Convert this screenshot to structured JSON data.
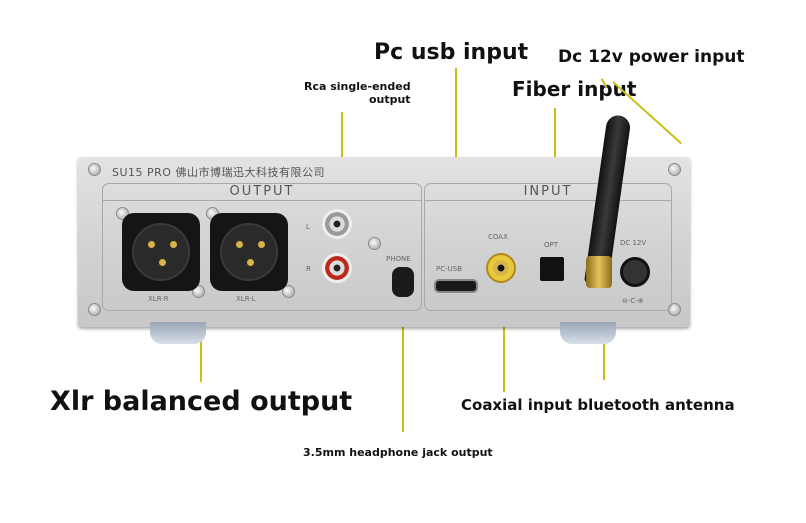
{
  "labels": {
    "pc_usb": "Pc usb input",
    "dc_power": "Dc 12v power input",
    "rca_line1": "Rca single-ended",
    "rca_line2": "output",
    "fiber": "Fiber input",
    "xlr": "Xlr balanced output",
    "coax_bt": "Coaxial input bluetooth antenna",
    "headphone": "3.5mm headphone jack output"
  },
  "device": {
    "brand": "SU15 PRO 佛山市博瑞迅大科技有限公司",
    "output_title": "OUTPUT",
    "input_title": "INPUT",
    "xlr_r": "XLR-R",
    "xlr_l": "XLR-L",
    "l": "L",
    "r": "R",
    "phone": "PHONE",
    "pc_usb": "PC-USB",
    "coax": "COAX",
    "opt": "OPT",
    "dc12v": "DC 12V",
    "polarity": "⊖-C-⊕"
  },
  "colors": {
    "leader_line": "#c8bf12",
    "chassis": "#d6d6d6"
  }
}
